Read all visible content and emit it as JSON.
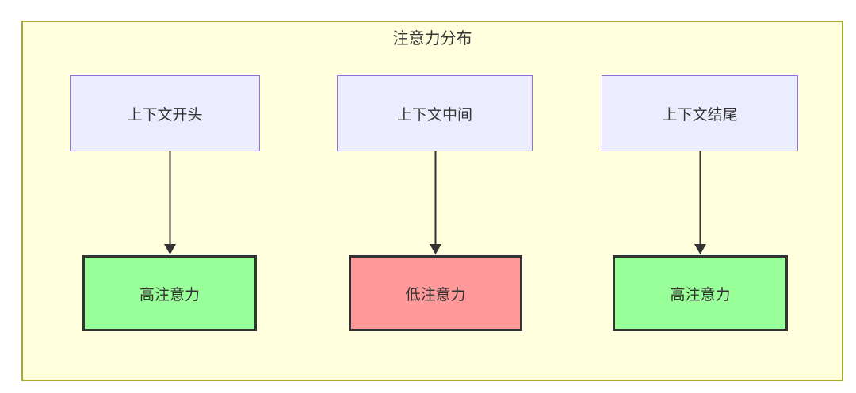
{
  "diagram": {
    "title": "注意力分布",
    "top_nodes": [
      {
        "label": "上下文开头"
      },
      {
        "label": "上下文中间"
      },
      {
        "label": "上下文结尾"
      }
    ],
    "bottom_nodes": [
      {
        "label": "高注意力",
        "type": "high"
      },
      {
        "label": "低注意力",
        "type": "low"
      },
      {
        "label": "高注意力",
        "type": "high"
      }
    ],
    "colors": {
      "container_bg": "#ffffde",
      "container_border": "#aaaa33",
      "context_bg": "#ececff",
      "context_border": "#9370db",
      "high_bg": "#99ff99",
      "low_bg": "#ff9999",
      "result_border": "#333333",
      "arrow": "#333333",
      "text": "#333333"
    }
  }
}
